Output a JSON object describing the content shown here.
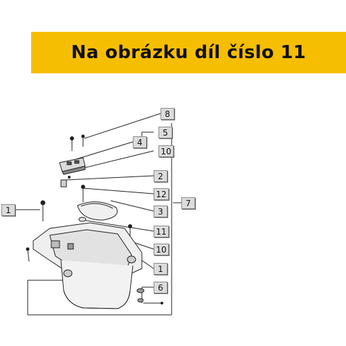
{
  "banner": {
    "text": "Na obrázku díl číslo 11",
    "color": "#f6be00"
  },
  "callouts": [
    "8",
    "5",
    "4",
    "10",
    "2",
    "12",
    "7",
    "3",
    "1",
    "11",
    "10",
    "1",
    "6"
  ],
  "diagram_parts": [
    "screw",
    "clip",
    "cover-plate",
    "nut",
    "washer",
    "gasket",
    "storage-box",
    "bolt"
  ]
}
